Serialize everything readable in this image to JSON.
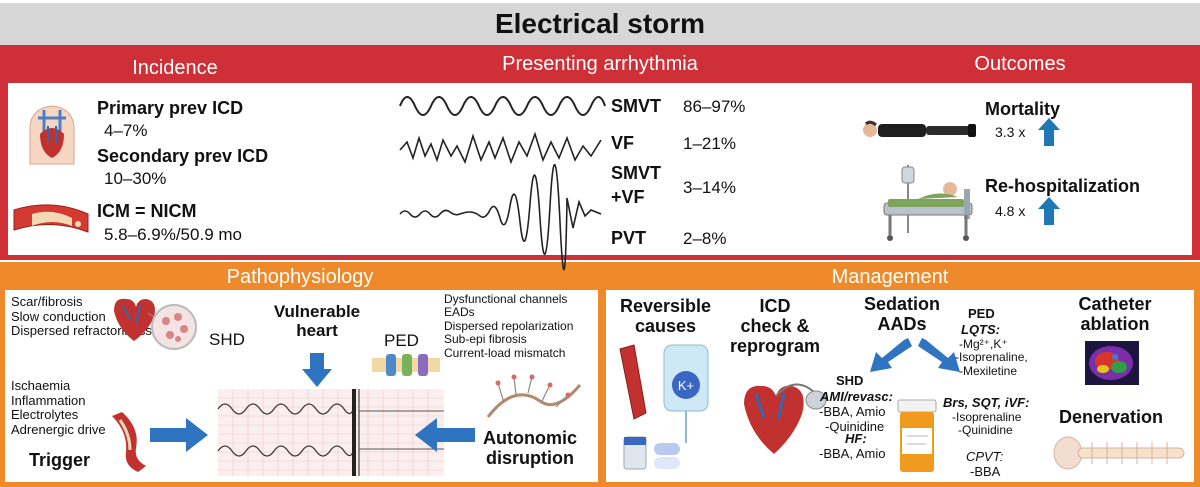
{
  "title": "Electrical storm",
  "headers": {
    "incidence": "Incidence",
    "presenting": "Presenting arrhythmia",
    "outcomes": "Outcomes",
    "pathophysiology": "Pathophysiology",
    "management": "Management"
  },
  "incidence": {
    "primary_label": "Primary prev ICD",
    "primary_value": "4–7%",
    "secondary_label": "Secondary prev ICD",
    "secondary_value": "10–30%",
    "icm_label": "ICM = NICM",
    "icm_value": "5.8–6.9%/50.9 mo"
  },
  "arrhythmia": {
    "rows": [
      {
        "name": "SMVT",
        "value": "86–97%"
      },
      {
        "name": "VF",
        "value": "1–21%"
      },
      {
        "name_line1": "SMVT",
        "name_line2": "+VF",
        "value": "3–14%"
      },
      {
        "name": "PVT",
        "value": "2–8%"
      }
    ]
  },
  "outcomes": {
    "mortality_label": "Mortality",
    "mortality_value": "3.3 x",
    "rehosp_label": "Re-hospitalization",
    "rehosp_value": "4.8 x"
  },
  "pathophysiology": {
    "shd_list": [
      "Scar/fibrosis",
      "Slow conduction",
      "Dispersed refractoriness"
    ],
    "shd_label": "SHD",
    "vulnerable_line1": "Vulnerable",
    "vulnerable_line2": "heart",
    "ped_label": "PED",
    "ped_list": [
      "Dysfunctional channels",
      "EADs",
      "Dispersed repolarization",
      "Sub-epi fibrosis",
      "Current-load mismatch"
    ],
    "trigger_list": [
      "Ischaemia",
      "Inflammation",
      "Electrolytes",
      "Adrenergic drive"
    ],
    "trigger_label": "Trigger",
    "autonomic_line1": "Autonomic",
    "autonomic_line2": "disruption"
  },
  "management": {
    "reversible_line1": "Reversible",
    "reversible_line2": "causes",
    "k_symbol": "K+",
    "icd_line1": "ICD",
    "icd_line2": "check &",
    "icd_line3": "reprogram",
    "sedation_line1": "Sedation",
    "sedation_line2": "AADs",
    "shd_label": "SHD",
    "ami_label": "AMI/revasc",
    "ami_drugs1": "-BBA, Amio",
    "ami_drugs2": "-Quinidine",
    "hf_label": "HF",
    "hf_drugs": "-BBA, Amio",
    "ped_label": "PED",
    "lqts_label": "LQTS",
    "lqts_mg": "-Mg²⁺,K⁺",
    "lqts_iso": "-Isoprenaline,",
    "lqts_mex": "-Mexiletine",
    "brs_label": "Brs, SQT, iVF",
    "brs_iso": "-Isoprenaline",
    "brs_quin": "-Quinidine",
    "cpvt_label": "CPVT:",
    "cpvt_drug": "-BBA",
    "catheter_line1": "Catheter",
    "catheter_line2": "ablation",
    "denervation": "Denervation"
  },
  "colors": {
    "red_band": "#cf2f37",
    "orange_band": "#ee8a2a",
    "arrow_blue": "#2e74c0",
    "up_arrow": "#1f78b4"
  }
}
